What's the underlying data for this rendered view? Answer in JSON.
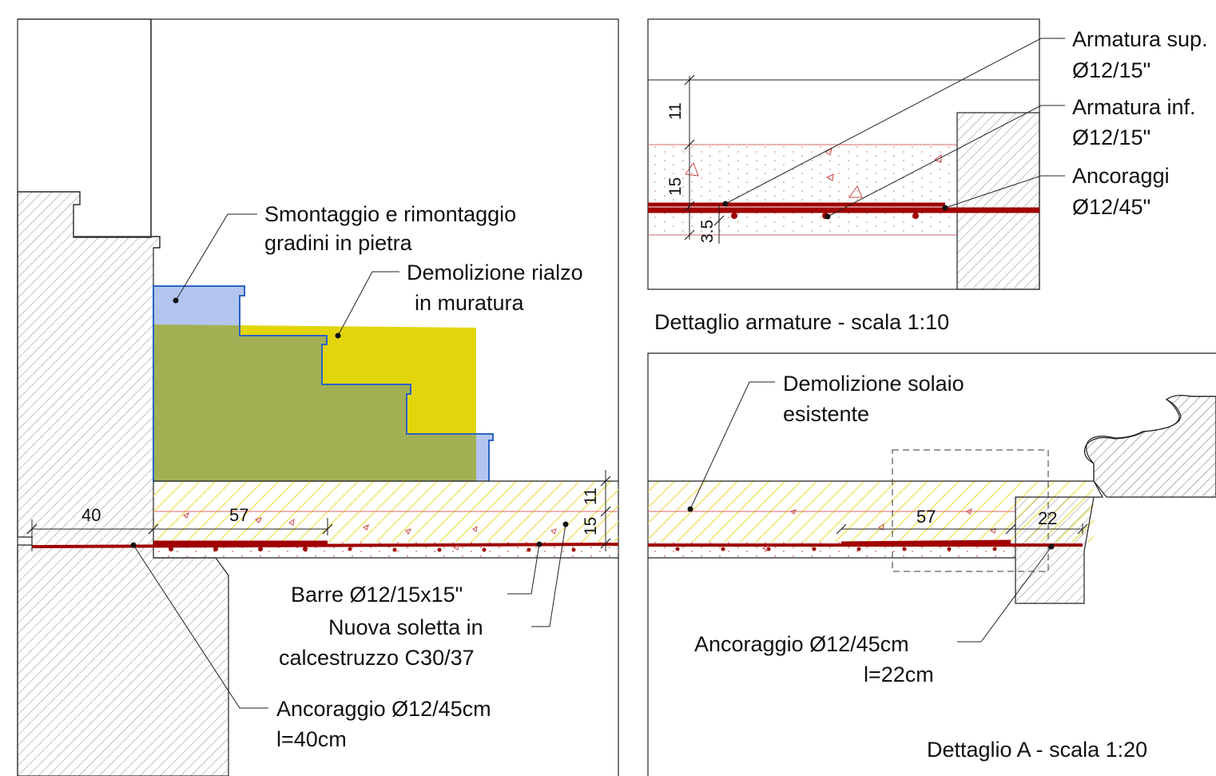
{
  "labels": {
    "smontaggio_l1": "Smontaggio e rimontaggio",
    "smontaggio_l2": "gradini in pietra",
    "demolizione_rialzo_l1": "Demolizione rialzo",
    "demolizione_rialzo_l2": "in muratura",
    "barre": "Barre Ø12/15x15\"",
    "nuova_soletta_l1": "Nuova soletta in",
    "nuova_soletta_l2": "calcestruzzo C30/37",
    "ancoraggio_main_l1": "Ancoraggio Ø12/45cm",
    "ancoraggio_main_l2": "l=40cm",
    "armatura_sup_l1": "Armatura sup.",
    "armatura_sup_l2": "Ø12/15\"",
    "armatura_inf_l1": "Armatura inf.",
    "armatura_inf_l2": "Ø12/15\"",
    "ancoraggi_l1": "Ancoraggi",
    "ancoraggi_l2": "Ø12/45\"",
    "demolizione_solaio_l1": "Demolizione solaio",
    "demolizione_solaio_l2": "esistente",
    "ancoraggio_a_l1": "Ancoraggio Ø12/45cm",
    "ancoraggio_a_l2": "l=22cm"
  },
  "titles": {
    "dettaglio_armature": "Dettaglio armature - scala 1:10",
    "dettaglio_a": "Dettaglio A - scala 1:20"
  },
  "dimensions": {
    "main_40": "40",
    "main_57": "57",
    "main_11": "11",
    "main_15": "15",
    "arm_11": "11",
    "arm_15": "15",
    "arm_3_5": "3.5",
    "a_57": "57",
    "a_22": "22"
  },
  "colors": {
    "rebar": "#a00000",
    "stone_steps": "#b3c6f2",
    "stone_outline": "#2a63c4",
    "demolition_yellow": "#e2d50c",
    "overlap_green": "#a2b053",
    "hatch_yellow": "#f3e45a",
    "concrete_lines": "#d46a6a"
  }
}
